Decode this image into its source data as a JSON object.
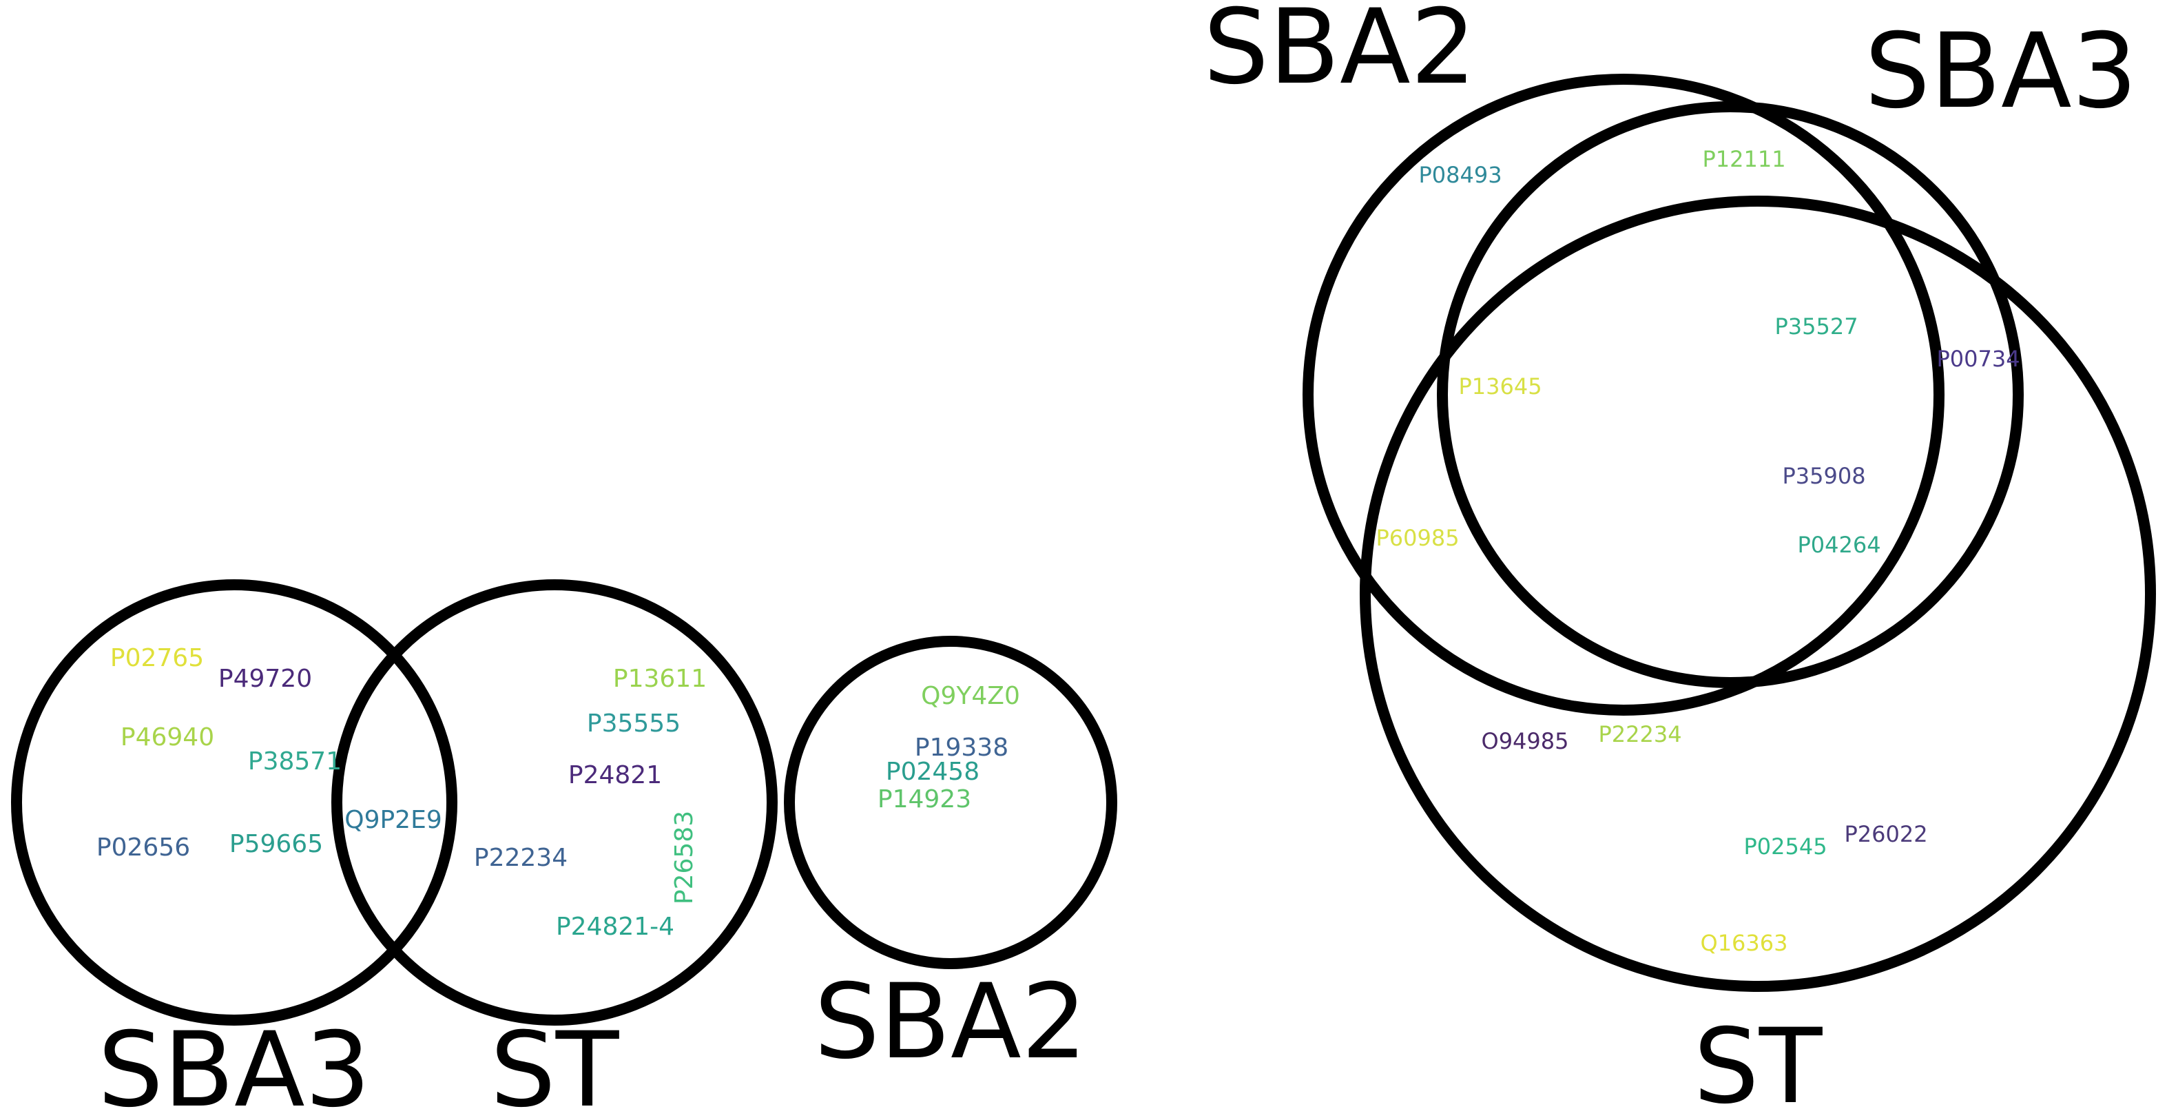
{
  "left_diagram": {
    "sets": {
      "sba3": "SBA3",
      "st": "ST",
      "sba2": "SBA2"
    },
    "items": [
      {
        "label": "P02765",
        "color": "#e0e03a"
      },
      {
        "label": "P49720",
        "color": "#4b2a7a"
      },
      {
        "label": "P46940",
        "color": "#a8d44a"
      },
      {
        "label": "P38571",
        "color": "#30a890"
      },
      {
        "label": "P02656",
        "color": "#3f6493"
      },
      {
        "label": "P59665",
        "color": "#2a9e8e"
      },
      {
        "label": "Q9P2E9",
        "color": "#2f7a9a"
      },
      {
        "label": "P13611",
        "color": "#9ad34e"
      },
      {
        "label": "P35555",
        "color": "#2f9a9a"
      },
      {
        "label": "P24821",
        "color": "#4b2a7a"
      },
      {
        "label": "P22234",
        "color": "#3f6493"
      },
      {
        "label": "P26583",
        "color": "#3fbf7f"
      },
      {
        "label": "P24821-4",
        "color": "#2aa58e"
      },
      {
        "label": "Q9Y4Z0",
        "color": "#7fcf5e"
      },
      {
        "label": "P19338",
        "color": "#3f6493"
      },
      {
        "label": "P02458",
        "color": "#2a9e8e"
      },
      {
        "label": "P14923",
        "color": "#5ec46a"
      }
    ]
  },
  "right_diagram": {
    "sets": {
      "sba2": "SBA2",
      "sba3": "SBA3",
      "st": "ST"
    },
    "items": [
      {
        "label": "P08493",
        "color": "#2f8a9a"
      },
      {
        "label": "P12111",
        "color": "#7fcf5e"
      },
      {
        "label": "P35527",
        "color": "#2fae8a"
      },
      {
        "label": "P00734",
        "color": "#4b3a8a"
      },
      {
        "label": "P13645",
        "color": "#d8e045"
      },
      {
        "label": "P35908",
        "color": "#4b4a8a"
      },
      {
        "label": "P60985",
        "color": "#d8e045"
      },
      {
        "label": "P04264",
        "color": "#2fa88a"
      },
      {
        "label": "O94985",
        "color": "#4b2a6a"
      },
      {
        "label": "P22234",
        "color": "#a8d44a"
      },
      {
        "label": "P02545",
        "color": "#2fb88a"
      },
      {
        "label": "P26022",
        "color": "#4b3a7a"
      },
      {
        "label": "Q16363",
        "color": "#e0e03a"
      }
    ]
  }
}
